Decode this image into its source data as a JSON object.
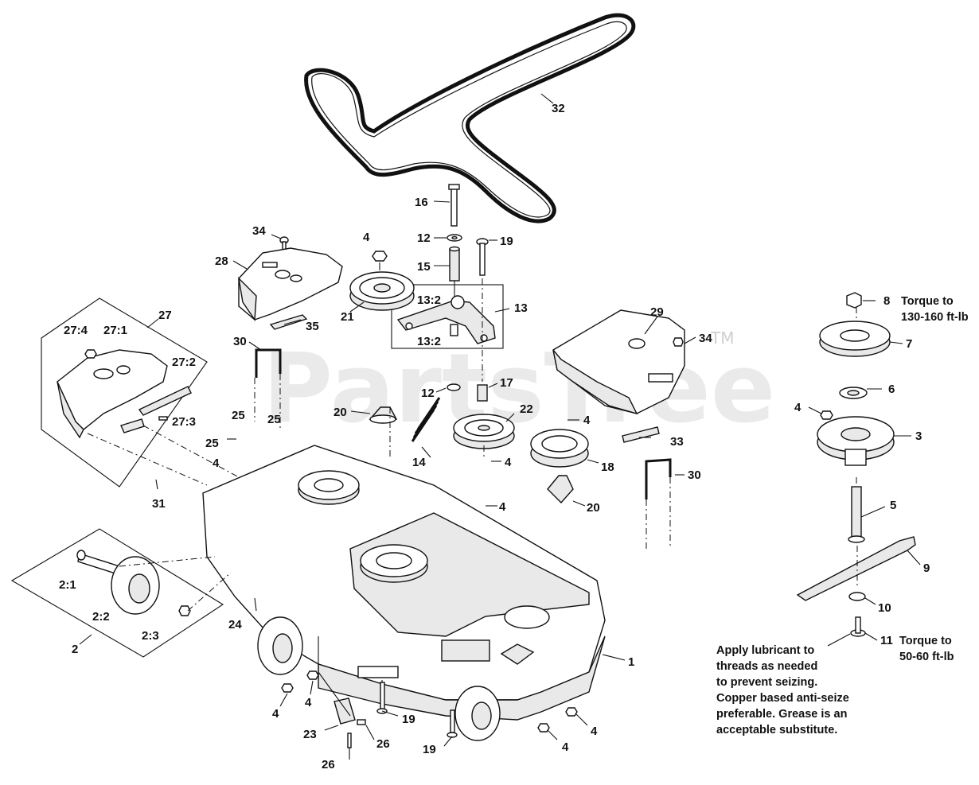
{
  "watermark": {
    "text": "PartsTree",
    "tm": "TM"
  },
  "notes": {
    "lubricant": [
      "Apply lubricant to",
      "threads as needed",
      "to prevent seizing.",
      "Copper based anti-seize",
      "preferable. Grease is an",
      "acceptable substitute."
    ],
    "torque_8": [
      "Torque to",
      "130-160 ft-lb"
    ],
    "torque_11": [
      "Torque to",
      "50-60 ft-lb"
    ]
  },
  "callouts": [
    {
      "id": "c32",
      "text": "32"
    },
    {
      "id": "c16",
      "text": "16"
    },
    {
      "id": "c12a",
      "text": "12"
    },
    {
      "id": "c19a",
      "text": "19"
    },
    {
      "id": "c15",
      "text": "15"
    },
    {
      "id": "c4a",
      "text": "4"
    },
    {
      "id": "c34a",
      "text": "34"
    },
    {
      "id": "c28",
      "text": "28"
    },
    {
      "id": "c13_2a",
      "text": "13:2"
    },
    {
      "id": "c13",
      "text": "13"
    },
    {
      "id": "c13_2b",
      "text": "13:2"
    },
    {
      "id": "c21",
      "text": "21"
    },
    {
      "id": "c35",
      "text": "35"
    },
    {
      "id": "c27",
      "text": "27"
    },
    {
      "id": "c27_4",
      "text": "27:4"
    },
    {
      "id": "c27_1",
      "text": "27:1"
    },
    {
      "id": "c27_2",
      "text": "27:2"
    },
    {
      "id": "c27_3",
      "text": "27:3"
    },
    {
      "id": "c30a",
      "text": "30"
    },
    {
      "id": "c29",
      "text": "29"
    },
    {
      "id": "c34b",
      "text": "34"
    },
    {
      "id": "c12b",
      "text": "12"
    },
    {
      "id": "c17",
      "text": "17"
    },
    {
      "id": "c20a",
      "text": "20"
    },
    {
      "id": "c22",
      "text": "22"
    },
    {
      "id": "c4b",
      "text": "4"
    },
    {
      "id": "c25a",
      "text": "25"
    },
    {
      "id": "c25b",
      "text": "25"
    },
    {
      "id": "c25c",
      "text": "25"
    },
    {
      "id": "c4c",
      "text": "4"
    },
    {
      "id": "c14",
      "text": "14"
    },
    {
      "id": "c4d",
      "text": "4"
    },
    {
      "id": "c18",
      "text": "18"
    },
    {
      "id": "c33",
      "text": "33"
    },
    {
      "id": "c30b",
      "text": "30"
    },
    {
      "id": "c31",
      "text": "31"
    },
    {
      "id": "c4e",
      "text": "4"
    },
    {
      "id": "c20b",
      "text": "20"
    },
    {
      "id": "c8",
      "text": "8"
    },
    {
      "id": "c7",
      "text": "7"
    },
    {
      "id": "c6",
      "text": "6"
    },
    {
      "id": "c4f",
      "text": "4"
    },
    {
      "id": "c3",
      "text": "3"
    },
    {
      "id": "c5",
      "text": "5"
    },
    {
      "id": "c9",
      "text": "9"
    },
    {
      "id": "c10",
      "text": "10"
    },
    {
      "id": "c11",
      "text": "11"
    },
    {
      "id": "c2_1",
      "text": "2:1"
    },
    {
      "id": "c2_2",
      "text": "2:2"
    },
    {
      "id": "c2_3",
      "text": "2:3"
    },
    {
      "id": "c2",
      "text": "2"
    },
    {
      "id": "c24",
      "text": "24"
    },
    {
      "id": "c1",
      "text": "1"
    },
    {
      "id": "c4g",
      "text": "4"
    },
    {
      "id": "c4h",
      "text": "4"
    },
    {
      "id": "c19b",
      "text": "19"
    },
    {
      "id": "c23",
      "text": "23"
    },
    {
      "id": "c26a",
      "text": "26"
    },
    {
      "id": "c26b",
      "text": "26"
    },
    {
      "id": "c19c",
      "text": "19"
    },
    {
      "id": "c4i",
      "text": "4"
    },
    {
      "id": "c4j",
      "text": "4"
    }
  ]
}
